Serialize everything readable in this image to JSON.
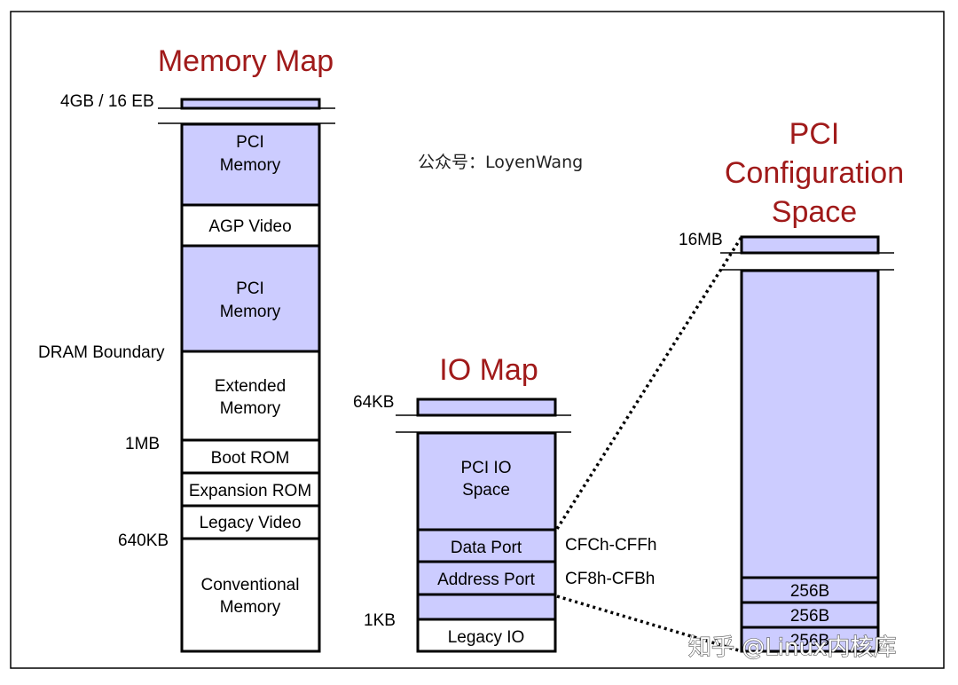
{
  "memory_map": {
    "title": "Memory Map",
    "top_label": "4GB / 16 EB",
    "cells": [
      {
        "text": [
          "PCI",
          "Memory"
        ],
        "fill": "#ccccff"
      },
      {
        "text": [
          "AGP Video"
        ],
        "fill": "#ffffff"
      },
      {
        "text": [
          "PCI",
          "Memory"
        ],
        "fill": "#ccccff"
      },
      {
        "text": [
          "Extended",
          "Memory"
        ],
        "fill": "#ffffff"
      },
      {
        "text": [
          "Boot ROM"
        ],
        "fill": "#ffffff"
      },
      {
        "text": [
          "Expansion ROM"
        ],
        "fill": "#ffffff"
      },
      {
        "text": [
          "Legacy Video"
        ],
        "fill": "#ffffff"
      },
      {
        "text": [
          "Conventional",
          "Memory"
        ],
        "fill": "#ffffff"
      }
    ],
    "side_labels": {
      "dram": "DRAM Boundary",
      "mb1": "1MB",
      "kb640": "640KB"
    }
  },
  "watermark_center": "公众号：LoyenWang",
  "io_map": {
    "title": "IO Map",
    "top_label": "64KB",
    "cells": [
      {
        "text": [
          "PCI IO",
          "Space"
        ],
        "fill": "#ccccff"
      },
      {
        "text": [
          "Data Port"
        ],
        "fill": "#ccccff"
      },
      {
        "text": [
          "Address Port"
        ],
        "fill": "#ccccff"
      },
      {
        "text": [
          ""
        ],
        "fill": "#ccccff"
      },
      {
        "text": [
          "Legacy IO"
        ],
        "fill": "#ffffff"
      }
    ],
    "port_labels": {
      "data": "CFCh-CFFh",
      "address": "CF8h-CFBh"
    },
    "kb1": "1KB"
  },
  "pci_config": {
    "title": [
      "PCI",
      "Configuration",
      "Space"
    ],
    "top_label": "16MB",
    "blocks": [
      "256B",
      "256B",
      "256B"
    ],
    "fill": "#ccccff"
  },
  "watermark_corner": "知乎 @Linux内核库",
  "colors": {
    "title": "#a01a1a",
    "fill_blue": "#ccccff",
    "stroke": "#000000"
  }
}
